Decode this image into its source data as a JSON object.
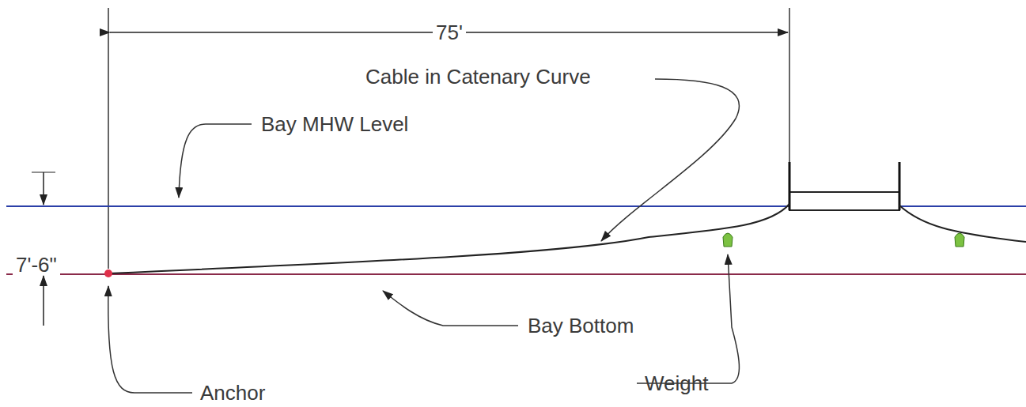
{
  "diagram": {
    "labels": [
      "75'",
      "Cable in Catenary Curve",
      "Bay MHW Level",
      "7'-6\"",
      "Bay Bottom",
      "Weight",
      "Anchor"
    ]
  }
}
